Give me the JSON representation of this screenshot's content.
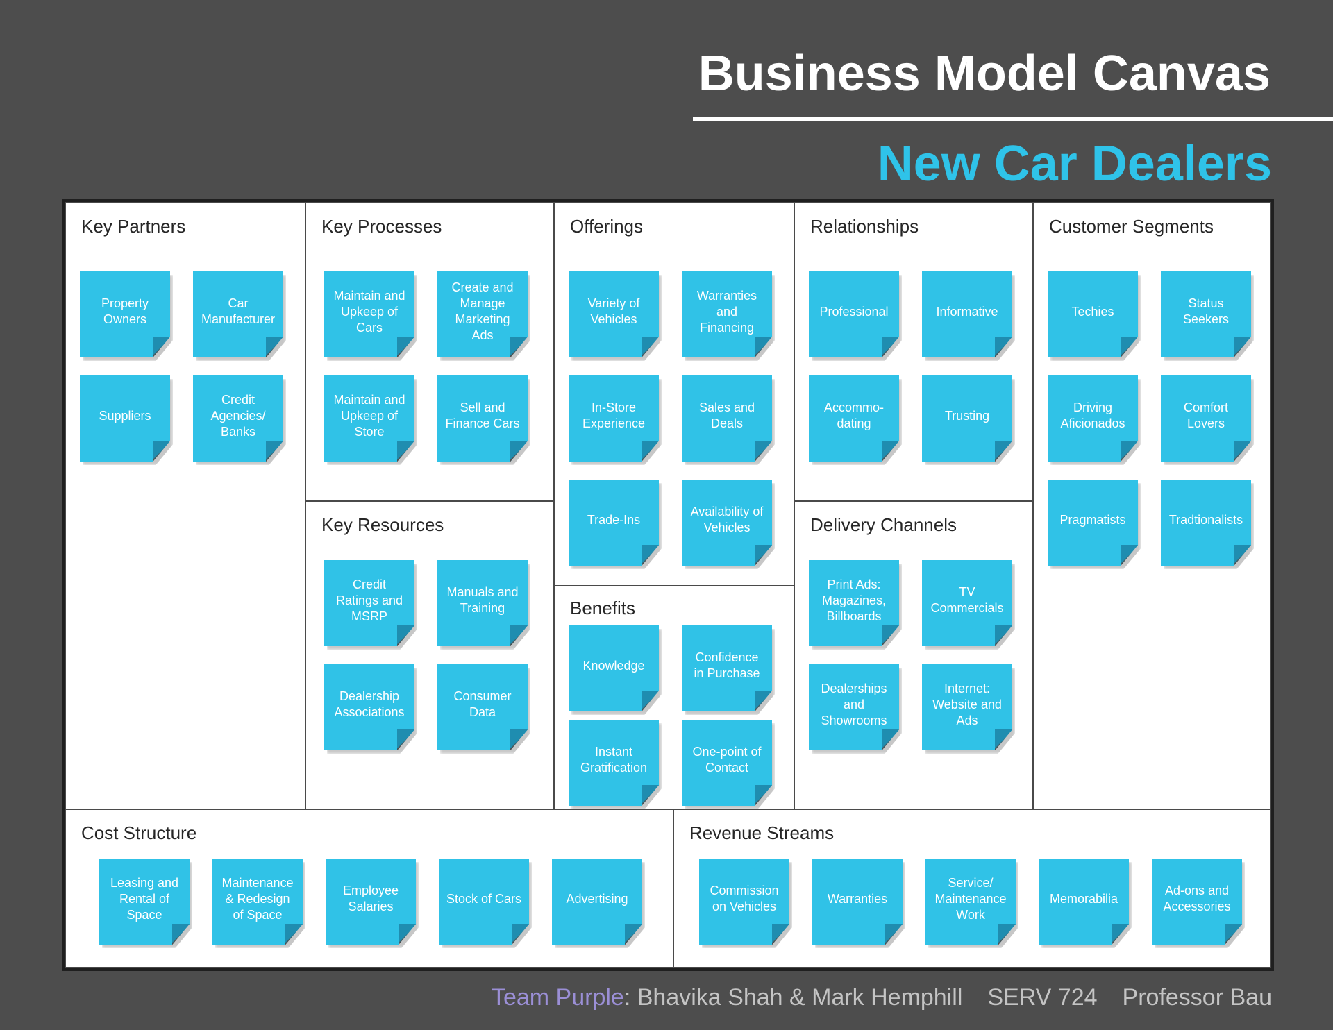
{
  "title": "Business Model Canvas",
  "subtitle": "New Car Dealers",
  "blocks": {
    "key_partners": {
      "title": "Key Partners",
      "notes": [
        "Property\nOwners",
        "Car\nManufacturer",
        "Suppliers",
        "Credit\nAgencies/\nBanks"
      ]
    },
    "key_processes": {
      "title": "Key Processes",
      "notes": [
        "Maintain and\nUpkeep of\nCars",
        "Create and\nManage\nMarketing\nAds",
        "Maintain and\nUpkeep of\nStore",
        "Sell and\nFinance Cars"
      ]
    },
    "key_resources": {
      "title": "Key Resources",
      "notes": [
        "Credit\nRatings and\nMSRP",
        "Manuals and\nTraining",
        "Dealership\nAssociations",
        "Consumer\nData"
      ]
    },
    "offerings": {
      "title": "Offerings",
      "notes": [
        "Variety of\nVehicles",
        "Warranties\nand\nFinancing",
        "In-Store\nExperience",
        "Sales and\nDeals",
        "Trade-Ins",
        "Availability of\nVehicles"
      ]
    },
    "benefits": {
      "title": "Benefits",
      "notes": [
        "Knowledge",
        "Confidence\nin Purchase",
        "Instant\nGratification",
        "One-point of\nContact"
      ]
    },
    "relationships": {
      "title": "Relationships",
      "notes": [
        "Professional",
        "Informative",
        "Accommo-\ndating",
        "Trusting"
      ]
    },
    "delivery_channels": {
      "title": "Delivery Channels",
      "notes": [
        "Print Ads:\nMagazines,\nBillboards",
        "TV\nCommercials",
        "Dealerships\nand\nShowrooms",
        "Internet:\nWebsite and\nAds"
      ]
    },
    "customer_segments": {
      "title": "Customer Segments",
      "notes": [
        "Techies",
        "Status\nSeekers",
        "Driving\nAficionados",
        "Comfort\nLovers",
        "Pragmatists",
        "Tradtionalists"
      ]
    },
    "cost_structure": {
      "title": "Cost Structure",
      "notes": [
        "Leasing and\nRental of\nSpace",
        "Maintenance\n& Redesign\nof Space",
        "Employee\nSalaries",
        "Stock of Cars",
        "Advertising"
      ]
    },
    "revenue_streams": {
      "title": "Revenue Streams",
      "notes": [
        "Commission\non Vehicles",
        "Warranties",
        "Service/\nMaintenance\nWork",
        "Memorabilia",
        "Ad-ons and\nAccessories"
      ]
    }
  },
  "footer": {
    "team": "Team Purple",
    "members": ": Bhavika Shah & Mark Hemphill",
    "course": "SERV 724",
    "professor": "Professor Bau"
  },
  "colors": {
    "background": "#4d4d4d",
    "note": "#30c2e7",
    "accent": "#2fc3e9",
    "team": "#9b8fd6"
  }
}
